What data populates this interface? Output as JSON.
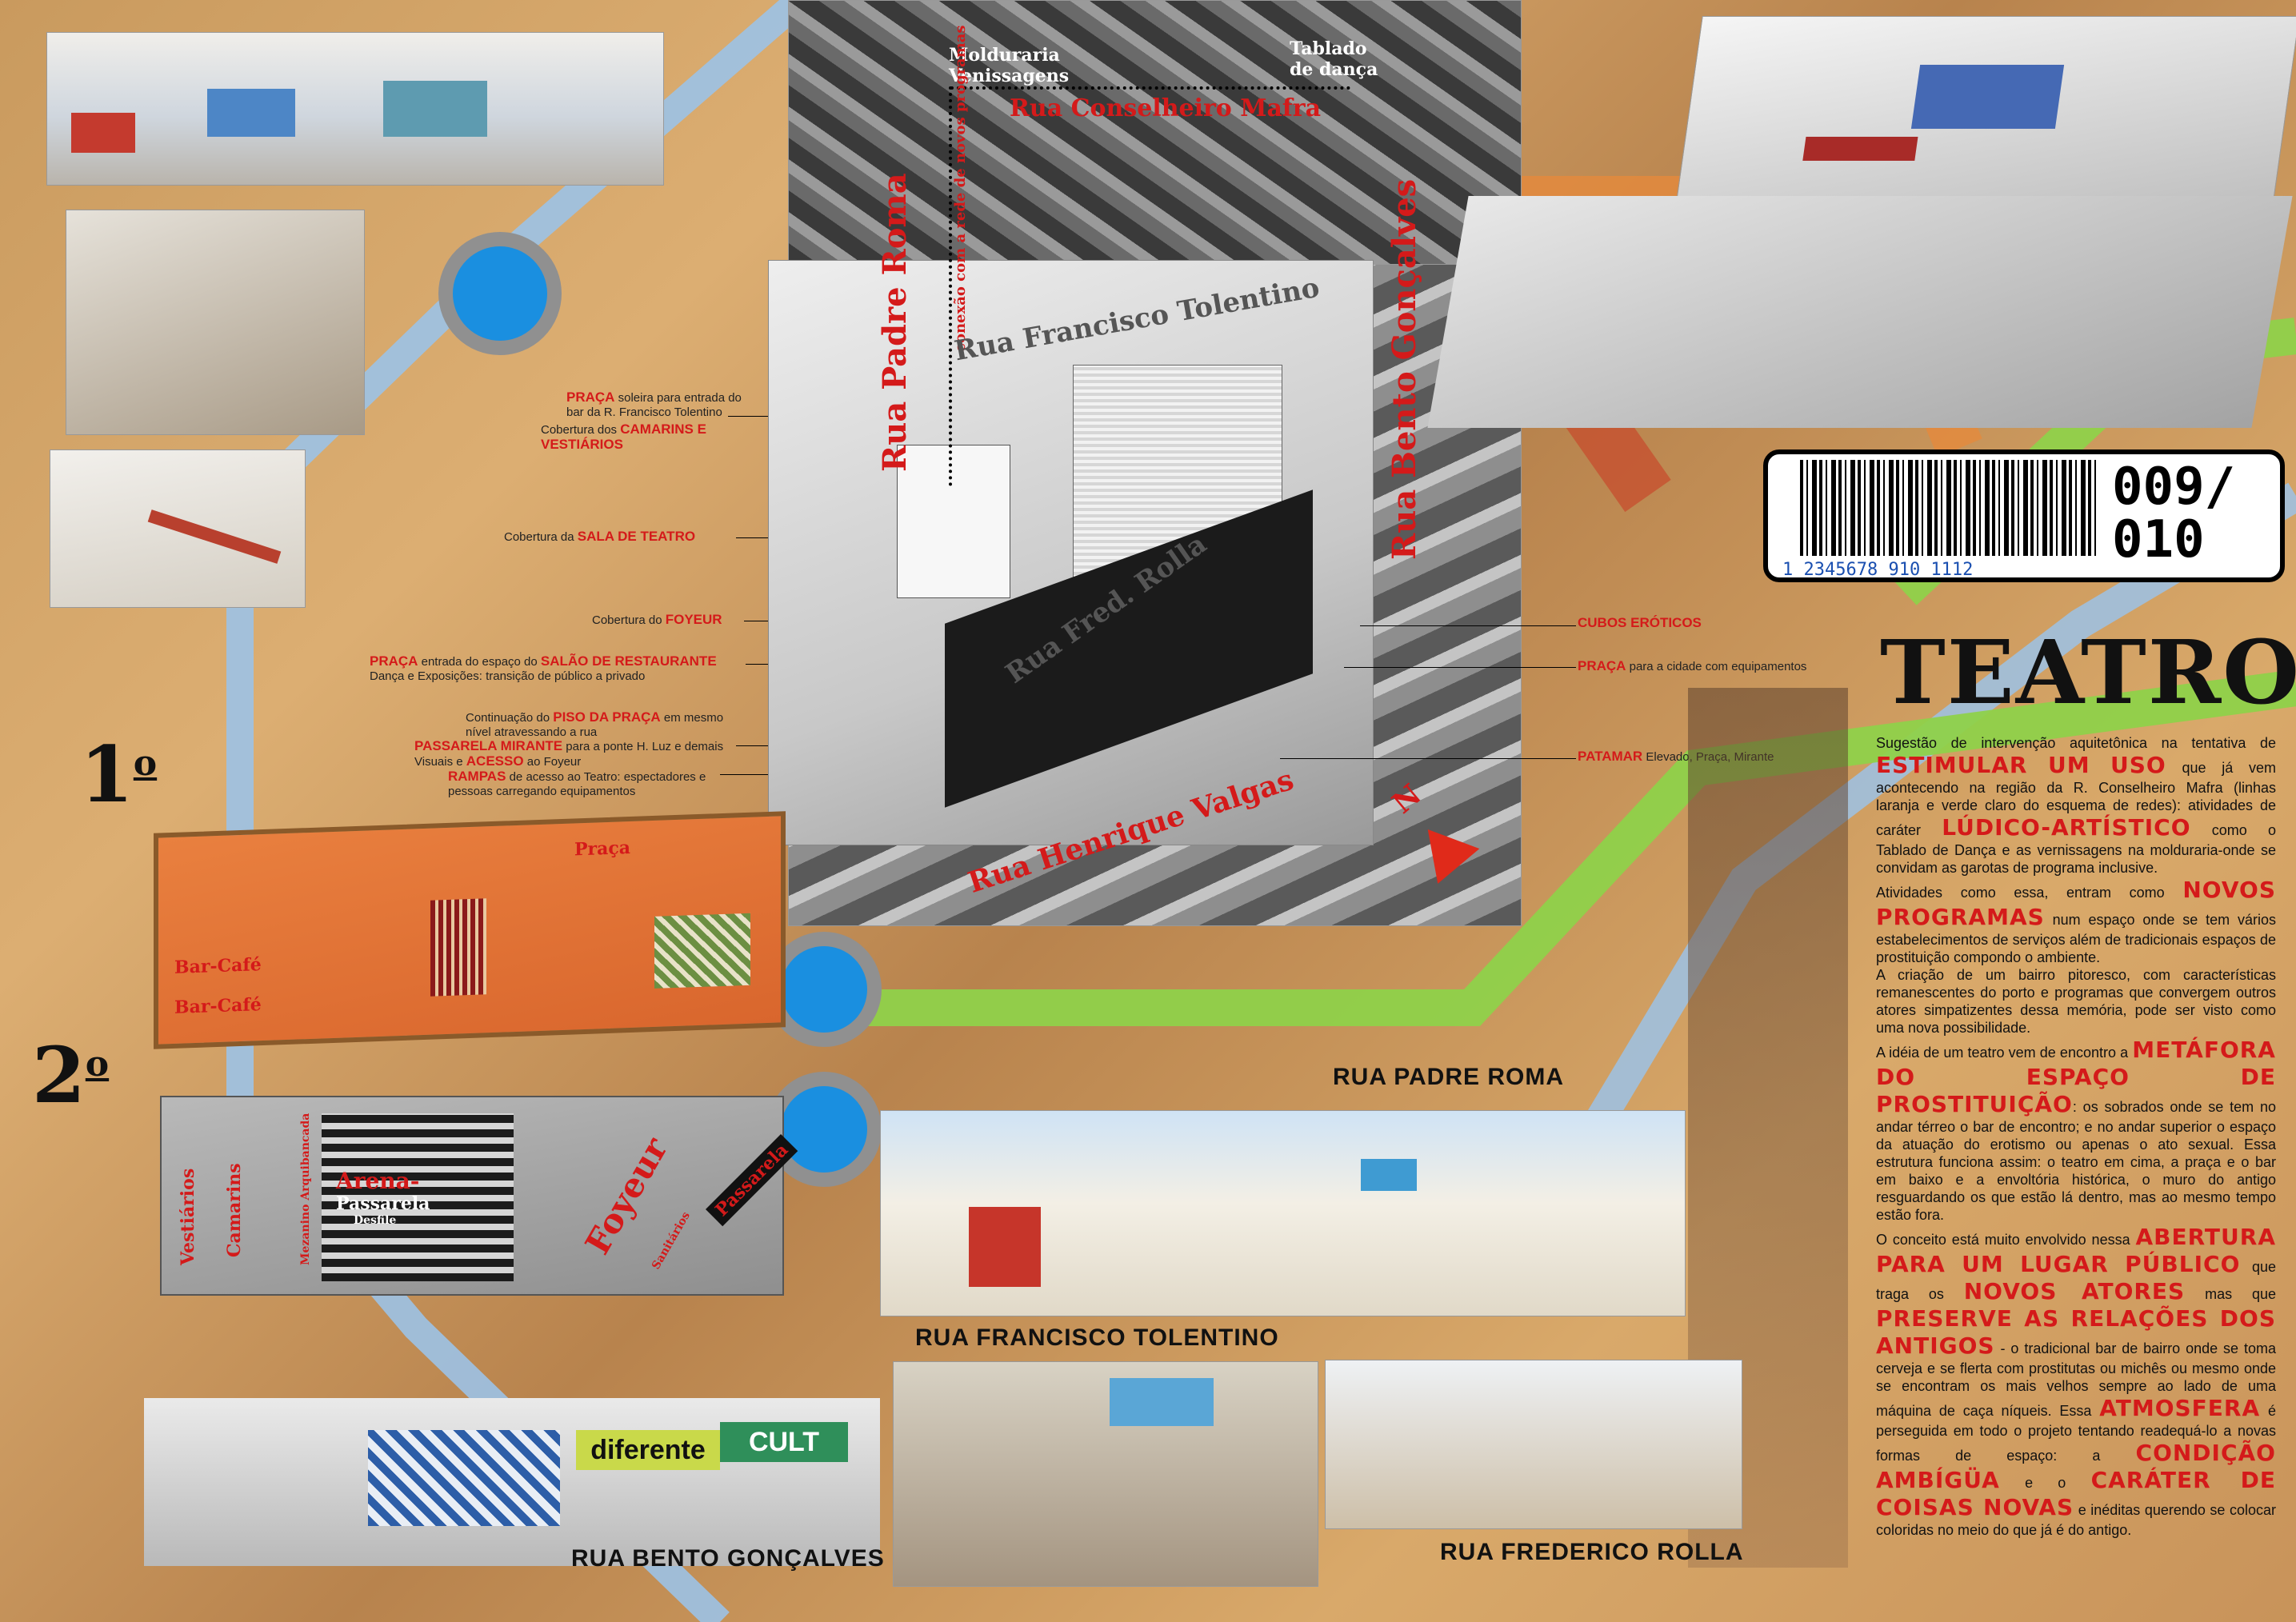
{
  "header": {
    "title": "TEATRO",
    "code_top": "009/",
    "code_bottom": "010",
    "barcode_digits": "1 2345678 910 1112",
    "barcode_box": "1"
  },
  "map": {
    "top_labels": {
      "molduraria": "Molduraria",
      "venissagens": "Venissagens",
      "tablado": "Tablado",
      "de_danca": "de dança",
      "rua_conselheiro": "Rua Conselheiro Mafra"
    },
    "streets": {
      "padre_roma": "Rua Padre Roma",
      "bento_goncalves": "Rua Bento Gonçalves",
      "francisco_tolentino": "Rua Francisco Tolentino",
      "fred_rolla": "Rua Fred. Rolla",
      "henrique_valgas": "Rua Henrique Valgas",
      "rede_novos": "conexão com a rede de novos programas",
      "north": "N"
    },
    "left_captions": [
      {
        "pre": "",
        "hl": "PRAÇA",
        "post": " soleira para entrada do bar da R. Francisco Tolentino"
      },
      {
        "pre": "Cobertura dos ",
        "hl": "CAMARINS E VESTIÁRIOS",
        "post": ""
      },
      {
        "pre": "Cobertura da ",
        "hl": "SALA DE TEATRO",
        "post": ""
      },
      {
        "pre": "Cobertura do ",
        "hl": "FOYEUR",
        "post": ""
      },
      {
        "pre": "",
        "hl": "PRAÇA",
        "post": " entrada do espaço do ",
        "hl2": "SALÃO DE RESTAURANTE",
        "post2": " Dança e Exposições: transição de público a privado"
      },
      {
        "pre": "Continuação do ",
        "hl": "PISO DA PRAÇA",
        "post": " em mesmo nível atravessando a rua"
      },
      {
        "pre": "",
        "hl": "PASSARELA MIRANTE",
        "post": " para a ponte H. Luz e demais Visuais e ",
        "hl2": "ACESSO",
        "post2": " ao Foyeur"
      },
      {
        "pre": "",
        "hl": "RAMPAS",
        "post": " de acesso ao Teatro: espectadores e pessoas carregando equipamentos"
      }
    ],
    "right_captions": [
      {
        "pre": "",
        "hl": "CUBOS ERÓTICOS",
        "post": ""
      },
      {
        "pre": "",
        "hl": "PRAÇA",
        "post": " para a cidade com equipamentos"
      },
      {
        "pre": "",
        "hl": "PATAMAR",
        "post": " Elevado, Praça, Mirante"
      }
    ]
  },
  "floors": {
    "first": "1",
    "second": "2",
    "ord": "o",
    "plan1_words": {
      "bar_cafe": "Bar-Café",
      "praca": "Praça"
    },
    "plan2_words": {
      "arena": "Arena-",
      "passarela": "Passarela",
      "desfile": "Desfile",
      "foyeur": "Foyeur",
      "passarela2": "Passarela",
      "vestiarios": "Vestiários",
      "camarins": "Camarins",
      "mezanino": "Mezanino Arquibancada",
      "sanitarios": "Sanitários"
    }
  },
  "views": {
    "padre_roma": "RUA PADRE ROMA",
    "francisco_tolentino": "RUA FRANCISCO TOLENTINO",
    "bento_goncalves": "RUA BENTO GONÇALVES",
    "frederico_rolla": "RUA FREDERICO ROLLA",
    "sign_diferente": "diferente",
    "sign_cult": "CULT"
  },
  "text": {
    "p1a": "Sugestão de intervenção aquitetônica na tentativa de",
    "h1": "ESTIMULAR UM USO",
    "p1b": "que já vem acontecendo na região da R. Conselheiro Mafra (linhas laranja e verde claro do esquema de redes): atividades de caráter",
    "h2": "LÚDICO-ARTÍSTICO",
    "p1c": "como o Tablado de Dança e as vernissagens na molduraria-onde se convidam as garotas de programa inclusive.",
    "p2a": "Atividades como essa, entram como",
    "h3": "NOVOS PROGRAMAS",
    "p2b": "num espaço onde se tem vários estabelecimentos de serviços além de tradicionais espaços de prostituição compondo o ambiente.",
    "p3": "A criação de um bairro pitoresco, com características remanescentes do porto e programas que convergem outros atores simpatizentes dessa memória, pode ser visto como uma nova possibilidade.",
    "p4a": "A idéia de um teatro vem de encontro a",
    "h4": "METÁFORA DO ESPAÇO DE PROSTITUIÇÃO",
    "p4b": ": os sobrados onde se tem no andar térreo o bar de encontro; e no andar superior o espaço da atuação do erotismo ou apenas o ato sexual. Essa estrutura funciona assim: o teatro em cima, a praça e o bar em baixo e a envoltória histórica, o muro do antigo resguardando os que estão lá dentro, mas ao mesmo tempo estão fora.",
    "p5a": "O conceito está muito envolvido nessa",
    "h5": "ABERTURA PARA UM LUGAR PÚBLICO",
    "p5b": "que traga os",
    "h6": "NOVOS ATORES",
    "p5c": "mas que",
    "h7": "PRESERVE AS RELAÇÕES DOS ANTIGOS",
    "p5d": "- o tradicional bar de bairro onde se toma cerveja e se flerta com prostitutas ou michês ou mesmo onde se encontram os mais velhos sempre ao lado de uma máquina de caça níqueis. Essa",
    "h8": "ATMOSFERA",
    "p5e": "é perseguida em todo o projeto tentando readequá-lo a novas formas de espaço: a",
    "h9": "CONDIÇÃO AMBÍGÜA",
    "p5f": "e o",
    "h10": "CARÁTER DE COISAS NOVAS",
    "p5g": "e inéditas querendo se colocar coloridas no meio do que já é do antigo."
  }
}
